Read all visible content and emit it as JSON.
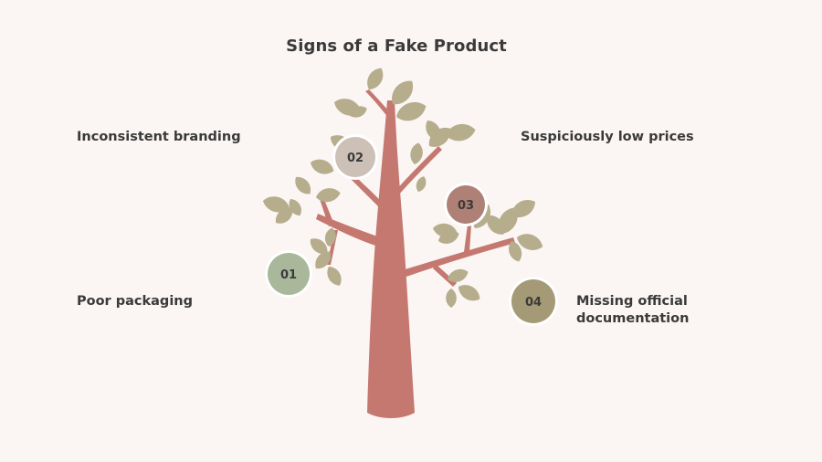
{
  "title": "Signs of a Fake Product",
  "items": [
    {
      "number": "01",
      "label": "Poor packaging",
      "color": "#a9b89a"
    },
    {
      "number": "02",
      "label": "Inconsistent branding",
      "color": "#cdc0b7"
    },
    {
      "number": "03",
      "label": "Suspiciously low prices",
      "color": "#ae8076"
    },
    {
      "number": "04",
      "label": "Missing official documentation",
      "color": "#a49a76"
    }
  ],
  "colors": {
    "trunk": "#c4786f",
    "leaf": "#b5ad8c",
    "background": "#fbf5f4",
    "badge_ring": "#ffffff"
  }
}
